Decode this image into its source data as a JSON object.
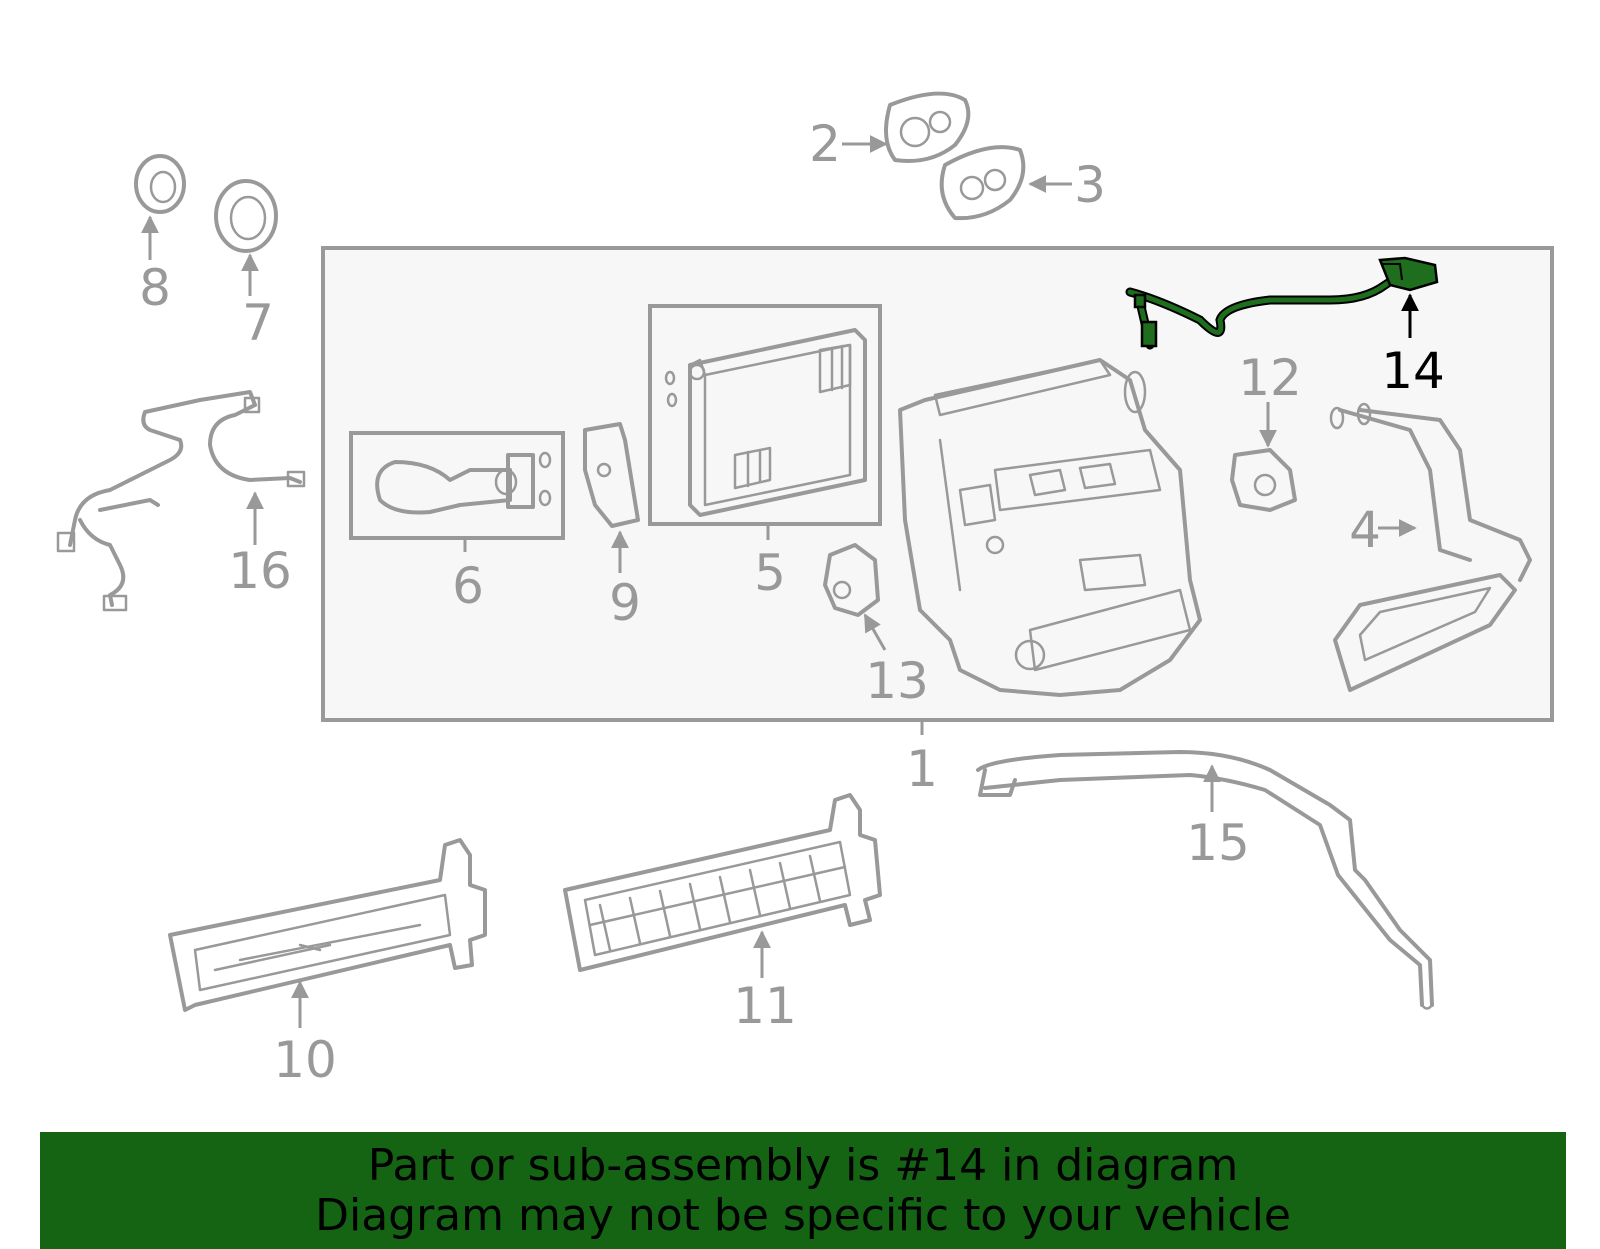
{
  "colors": {
    "part_line": "#999999",
    "highlight_part": "#1e6e1e",
    "highlight_label": "#000000",
    "banner_bg": "#146414",
    "assembly_box_fill": "#f7f7f7"
  },
  "callouts": {
    "c1": "1",
    "c2": "2",
    "c3": "3",
    "c4": "4",
    "c5": "5",
    "c6": "6",
    "c7": "7",
    "c8": "8",
    "c9": "9",
    "c10": "10",
    "c11": "11",
    "c12": "12",
    "c13": "13",
    "c14": "14",
    "c15": "15",
    "c16": "16"
  },
  "highlighted_part": "14",
  "banner": {
    "line1": "Part or sub-assembly is #14 in diagram",
    "line2": "Diagram may not be specific to your vehicle"
  }
}
